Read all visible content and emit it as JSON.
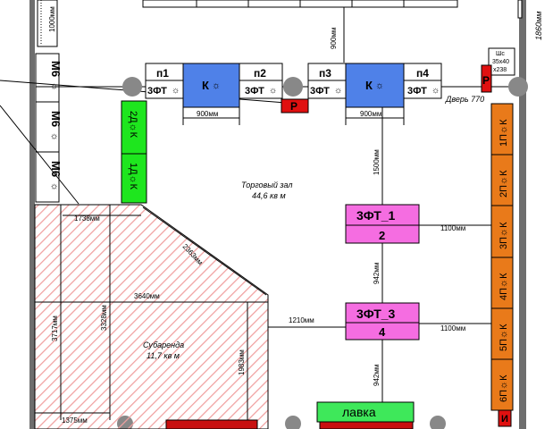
{
  "dimensions": {
    "top_left_vertical": "1000мм",
    "right_top": "1860мм",
    "top_center_vertical": "900мм",
    "k1_width": "900мм",
    "k2_width": "900мм",
    "vertical_to_zone1": "1500мм",
    "zone1_to_wall": "1100мм",
    "zone_gap": "942мм",
    "zone2_to_wall": "1100мм",
    "zone2_to_bottom": "942мм",
    "sublease_top": "1738мм",
    "sublease_diagonal": "2363мм",
    "sublease_width": "3640мм",
    "sublease_left_height": "3717мм",
    "sublease_inner_height": "3328мм",
    "sublease_right_height": "1983мм",
    "sublease_to_zone2": "1210мм",
    "sublease_bottom": "1375мм"
  },
  "left_units": [
    {
      "label": "М6",
      "icon": "sun-icon"
    },
    {
      "label": "М6",
      "icon": "sun-icon"
    },
    {
      "label": "М6",
      "icon": "sun-icon"
    }
  ],
  "top_row": {
    "p1": "п1",
    "p1_sub": "3ФТ",
    "k1": "К",
    "p2": "п2",
    "p2_sub": "3ФТ",
    "p3": "п3",
    "p3_sub": "3ФТ",
    "k2": "К",
    "p4": "п4",
    "p4_sub": "3ФТ",
    "p_box": "Р",
    "door": "Дверь 770",
    "shield_top": "Шс",
    "shield_size1": "35х40",
    "shield_size2": "х238",
    "r_box": "Р"
  },
  "left_green": {
    "top": "2Д",
    "top_end": "К",
    "bottom": "1Д",
    "bottom_end": "К"
  },
  "hall": {
    "name": "Торговый зал",
    "area": "44,6 кв м"
  },
  "zones": [
    {
      "title": "3ФТ_1",
      "number": "2"
    },
    {
      "title": "3ФТ_3",
      "number": "4"
    }
  ],
  "right_units": [
    {
      "num": "1",
      "mid": "П",
      "end": "К"
    },
    {
      "num": "2",
      "mid": "П",
      "end": "К"
    },
    {
      "num": "3",
      "mid": "П",
      "end": "К"
    },
    {
      "num": "4",
      "mid": "П",
      "end": "К"
    },
    {
      "num": "5",
      "mid": "П",
      "end": "К"
    },
    {
      "num": "6",
      "mid": "П",
      "end": "К"
    }
  ],
  "sublease": {
    "name": "Субаренда",
    "area": "11,7 кв м"
  },
  "lavka": "лавка",
  "bottom_marker": "И",
  "colors": {
    "wall": "#6e6e6e",
    "blue": "#4f81e8",
    "green": "#1ee61e",
    "pink": "#f56de1",
    "orange": "#e97a1a",
    "red": "#e01010",
    "lavka": "#3ee85a",
    "hatch": "#f0a0a0",
    "darkred": "#c81010"
  }
}
